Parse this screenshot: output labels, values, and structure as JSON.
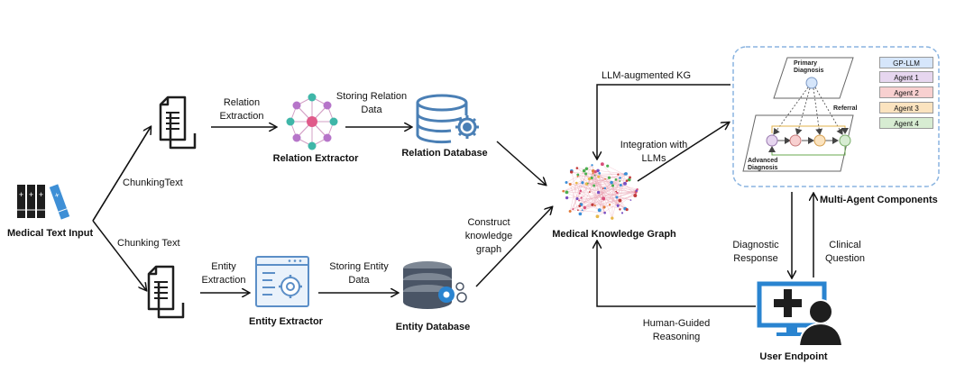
{
  "nodes": {
    "input": "Medical Text Input",
    "relation_extractor": "Relation Extractor",
    "relation_database": "Relation Database",
    "entity_extractor": "Entity Extractor",
    "entity_database": "Entity Database",
    "kg": "Medical Knowledge Graph",
    "multi_agent": "Multi-Agent Components",
    "user": "User Endpoint"
  },
  "edges": {
    "chunking_top": "ChunkingText",
    "chunking_bottom": "Chunking Text",
    "relation_extraction": [
      "Relation",
      "Extraction"
    ],
    "storing_relation": [
      "Storing Relation",
      "Data"
    ],
    "entity_extraction": [
      "Entity",
      "Extraction"
    ],
    "storing_entity": [
      "Storing Entity",
      "Data"
    ],
    "construct_kg": [
      "Construct",
      "knowledge",
      "graph"
    ],
    "llm_augmented": "LLM-augmented KG",
    "integration": [
      "Integration with",
      "LLMs"
    ],
    "diagnostic_response": [
      "Diagnostic",
      "Response"
    ],
    "clinical_question": [
      "Clinical",
      "Question"
    ],
    "human_guided": [
      "Human-Guided",
      "Reasoning"
    ]
  },
  "agents_panel": {
    "primary": [
      "Primary",
      "Diagnosis"
    ],
    "referral": "Referral",
    "advanced": [
      "Advanced",
      "Diagnosis"
    ],
    "legend": [
      {
        "label": "GP-LLM",
        "color": "#d6e6fb"
      },
      {
        "label": "Agent 1",
        "color": "#e6d6ef"
      },
      {
        "label": "Agent 2",
        "color": "#f8d0d0"
      },
      {
        "label": "Agent 3",
        "color": "#fbe3bf"
      },
      {
        "label": "Agent 4",
        "color": "#d7ecd2"
      }
    ]
  },
  "colors": {
    "icon_dark": "#1e1e1e",
    "db_blue": "#4a7fb5",
    "extractor_blue": "#5b8ec7",
    "kg_pink": "#e8a0b0",
    "panel_border": "#8ab4e0"
  }
}
